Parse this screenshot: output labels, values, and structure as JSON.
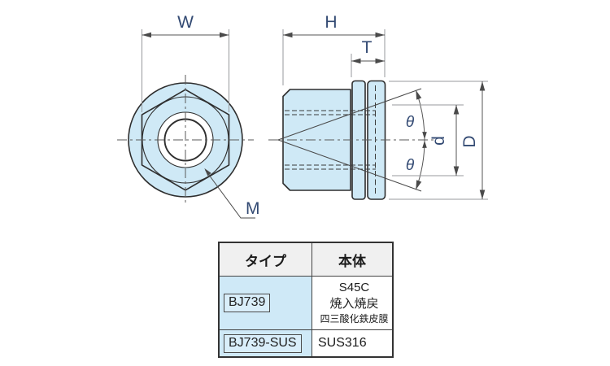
{
  "drawing": {
    "front_view": {
      "labels": {
        "width": "W",
        "thread": "M"
      }
    },
    "side_view": {
      "labels": {
        "height": "H",
        "flange_thickness": "T",
        "theta_upper": "θ",
        "theta_lower": "θ",
        "sphere_dia": "d",
        "flange_dia": "D"
      }
    },
    "colors": {
      "part_fill": "#cfe9f6",
      "outline": "#2e2e2e",
      "dim_line": "#555555",
      "ext_line": "#97999c",
      "label_text": "#334a73"
    }
  },
  "table": {
    "headers": {
      "type": "タイプ",
      "body": "本体"
    },
    "rows": [
      {
        "type": "BJ739",
        "body_lines": [
          "S45C",
          "焼入焼戻",
          "四三酸化鉄皮膜"
        ]
      },
      {
        "type": "BJ739-SUS",
        "body_lines": [
          "SUS316"
        ]
      }
    ]
  }
}
